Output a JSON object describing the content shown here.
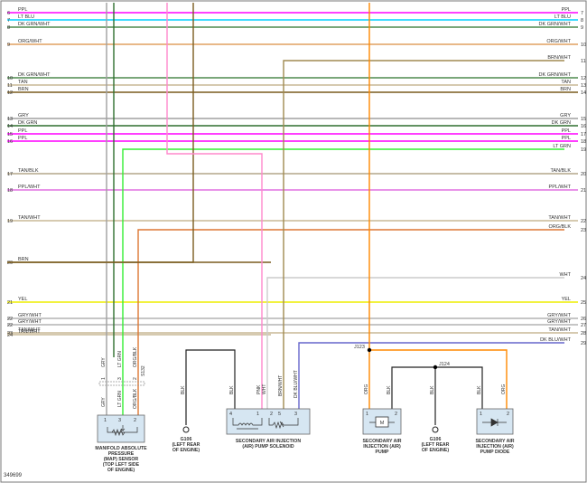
{
  "wires": [
    {
      "left_pin": "6",
      "right_pin": "7",
      "label": "PPL",
      "color": "#ff00ff"
    },
    {
      "left_pin": "7",
      "right_pin": "8",
      "label": "LT BLU",
      "color": "#00cfff"
    },
    {
      "left_pin": "8",
      "right_pin": "9",
      "label": "DK GRN/WHT",
      "color": "#4f8a4f"
    },
    {
      "left_pin": "9",
      "right_pin": "10",
      "label": "ORG/WHT",
      "color": "#e0a060"
    },
    {
      "left_pin": "",
      "right_pin": "11",
      "label": "BRN/WHT",
      "color": "#a08a50",
      "right_only": true
    },
    {
      "left_pin": "10",
      "right_pin": "12",
      "label": "DK GRN/WHT",
      "color": "#4f8a4f"
    },
    {
      "left_pin": "11",
      "right_pin": "13",
      "label": "TAN",
      "color": "#c8b896"
    },
    {
      "left_pin": "12",
      "right_pin": "14",
      "label": "BRN",
      "color": "#7a5c1e"
    },
    {
      "left_pin": "13",
      "right_pin": "15",
      "label": "GRY",
      "color": "#a0a0a0"
    },
    {
      "left_pin": "14",
      "right_pin": "16",
      "label": "DK GRN",
      "color": "#2f6f2f"
    },
    {
      "left_pin": "15",
      "right_pin": "17",
      "label": "PPL",
      "color": "#ff00ff"
    },
    {
      "left_pin": "16",
      "right_pin": "18",
      "label": "PPL",
      "color": "#ff00ff"
    },
    {
      "left_pin": "",
      "right_pin": "19",
      "label": "LT GRN",
      "color": "#33ee33",
      "right_only": true
    },
    {
      "left_pin": "17",
      "right_pin": "20",
      "label": "TAN/BLK",
      "color": "#b4a68a"
    },
    {
      "left_pin": "18",
      "right_pin": "21",
      "label": "PPL/WHT",
      "color": "#e070e0"
    },
    {
      "left_pin": "19",
      "right_pin": "22",
      "label": "TAN/WHT",
      "color": "#c8b896"
    },
    {
      "left_pin": "",
      "right_pin": "23",
      "label": "ORG/BLK",
      "color": "#dd7733",
      "right_only": true
    },
    {
      "left_pin": "20",
      "right_pin": "",
      "label": "BRN",
      "color": "#7a5c1e",
      "left_only": true
    },
    {
      "left_pin": "",
      "right_pin": "24",
      "label": "WHT",
      "color": "#cccccc",
      "right_only": true
    },
    {
      "left_pin": "21",
      "right_pin": "25",
      "label": "YEL",
      "color": "#eeee00"
    },
    {
      "left_pin": "22",
      "right_pin": "26",
      "label": "GRY/WHT",
      "color": "#b4b4b4"
    },
    {
      "left_pin": "22",
      "right_pin": "27",
      "label": "GRY/WHT",
      "color": "#b4b4b4"
    },
    {
      "left_pin": "23",
      "right_pin": "28",
      "label": "TAN/WHT",
      "color": "#c8b896"
    },
    {
      "left_pin": "24",
      "right_pin": "",
      "label": "TAN/WHT",
      "color": "#c8b896",
      "left_only": true
    },
    {
      "left_pin": "",
      "right_pin": "29",
      "label": "DK BLU/WHT",
      "color": "#6666cc",
      "right_only": true
    }
  ],
  "map_sensor": {
    "name_lines": [
      "MANIFOLD ABSOLUTE",
      "PRESSURE",
      "(MAP) SENSOR",
      "(TOP LEFT SIDE",
      "OF ENGINE)"
    ],
    "upper_labels": {
      "gry": "GRY",
      "lt_grn": "LT GRN",
      "org_blk": "ORG/BLK",
      "splice": "S132"
    },
    "pin_numbers": {
      "p1": "1",
      "p3": "3",
      "p2": "2"
    },
    "lower_labels": {
      "gry": "GRY",
      "lt_grn": "LT GRN",
      "org_blk": "ORG/BLK"
    },
    "pin_numbers_lower": {
      "p1": "1",
      "p3": "3",
      "p2": "2"
    }
  },
  "ground_g106_a": {
    "wire": "BLK",
    "name_lines": [
      "G106",
      "(LEFT REAR",
      "OF ENGINE)"
    ]
  },
  "solenoid": {
    "name_lines": [
      "SECONDARY AIR INJECTION",
      "(AIR) PUMP SOLENOID"
    ],
    "wires": {
      "blk": "BLK",
      "pnk": "PNK",
      "wht": "WHT",
      "brn_wht": "BRN/WHT",
      "dk_blu_wht": "DK BLU/WHT"
    },
    "pin_numbers": {
      "p4": "4",
      "p1": "1",
      "p2": "2",
      "p5": "5",
      "p3": "3"
    }
  },
  "pump": {
    "name_lines": [
      "SECONDARY AIR",
      "INJECTION (AIR)",
      "PUMP"
    ],
    "wires": {
      "org": "ORG",
      "blk": "BLK"
    },
    "pin_numbers": {
      "p1": "1",
      "p2": "2"
    },
    "motor_symbol": "M"
  },
  "ground_g106_b": {
    "wire": "BLK",
    "name_lines": [
      "G106",
      "(LEFT REAR",
      "OF ENGINE)"
    ]
  },
  "diode": {
    "name_lines": [
      "SECONDARY AIR",
      "INJECTION (AIR)",
      "PUMP DIODE"
    ],
    "wires": {
      "blk": "BLK",
      "org": "ORG"
    },
    "pin_numbers": {
      "p1": "1",
      "p2": "2"
    }
  },
  "splices": {
    "j123": "J123",
    "j124": "J124"
  },
  "figure_id": "349699"
}
